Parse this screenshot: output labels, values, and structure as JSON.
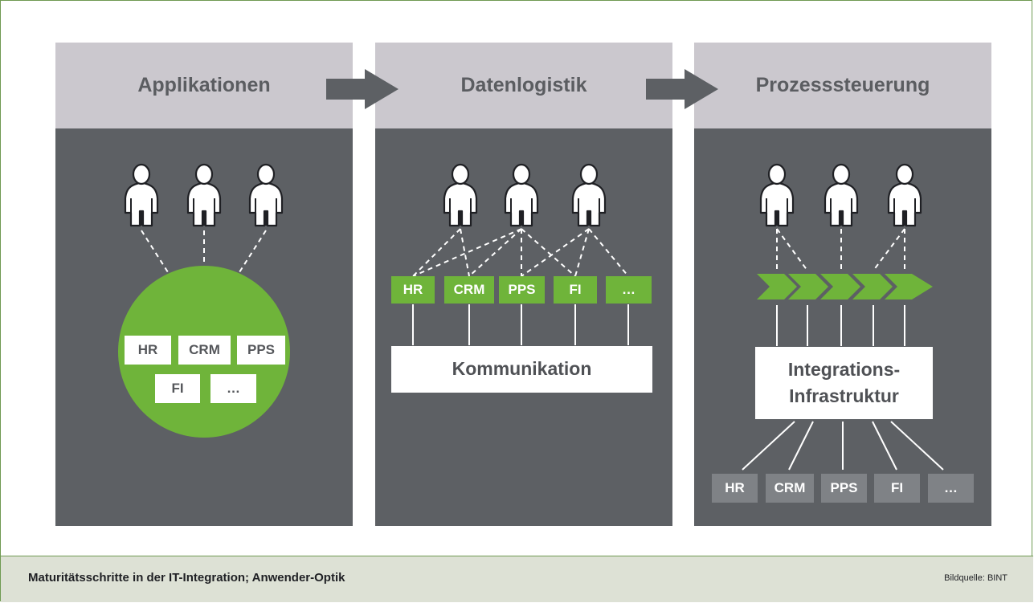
{
  "diagram": {
    "colors": {
      "panel": "#5d6064",
      "header": "#cbc8ce",
      "green": "#6fb43a",
      "arrow": "#5d6064",
      "grey_box": "#7f8286",
      "caption_bg": "#dde1d5"
    },
    "panels": [
      {
        "title": "Applikationen",
        "modules": [
          "HR",
          "CRM",
          "PPS",
          "FI",
          "…"
        ]
      },
      {
        "title": "Datenlogistik",
        "modules": [
          "HR",
          "CRM",
          "PPS",
          "FI",
          "…"
        ],
        "bus": "Kommunikation"
      },
      {
        "title": "Prozesssteuerung",
        "bus_line1": "Integrations-",
        "bus_line2": "Infrastruktur",
        "modules": [
          "HR",
          "CRM",
          "PPS",
          "FI",
          "…"
        ]
      }
    ]
  },
  "caption": {
    "text": "Maturitätsschritte in der IT-Integration; Anwender-Optik",
    "source": "Bildquelle: BINT"
  }
}
